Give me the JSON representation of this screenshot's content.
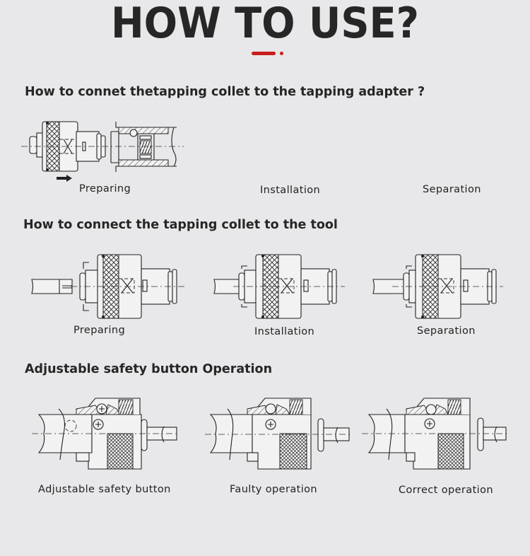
{
  "header": {
    "title": "HOW TO USE?",
    "accent_color": "#c81e1e",
    "background_color": "#e8e8ea"
  },
  "sections": [
    {
      "heading": "How to connet thetapping collet to the tapping adapter ?",
      "steps": [
        {
          "caption": "Preparing",
          "arrow": "right"
        },
        {
          "caption": "Installation",
          "arrow": "none"
        },
        {
          "caption": "Separation",
          "arrow": "left"
        }
      ]
    },
    {
      "heading": "How to connect the tapping collet to the tool",
      "steps": [
        {
          "caption": "Preparing"
        },
        {
          "caption": "Installation"
        },
        {
          "caption": "Separation"
        }
      ]
    },
    {
      "heading": "Adjustable safety button Operation",
      "steps": [
        {
          "caption": "Adjustable safety button"
        },
        {
          "caption": "Faulty operation"
        },
        {
          "caption": "Correct operation"
        }
      ]
    }
  ]
}
